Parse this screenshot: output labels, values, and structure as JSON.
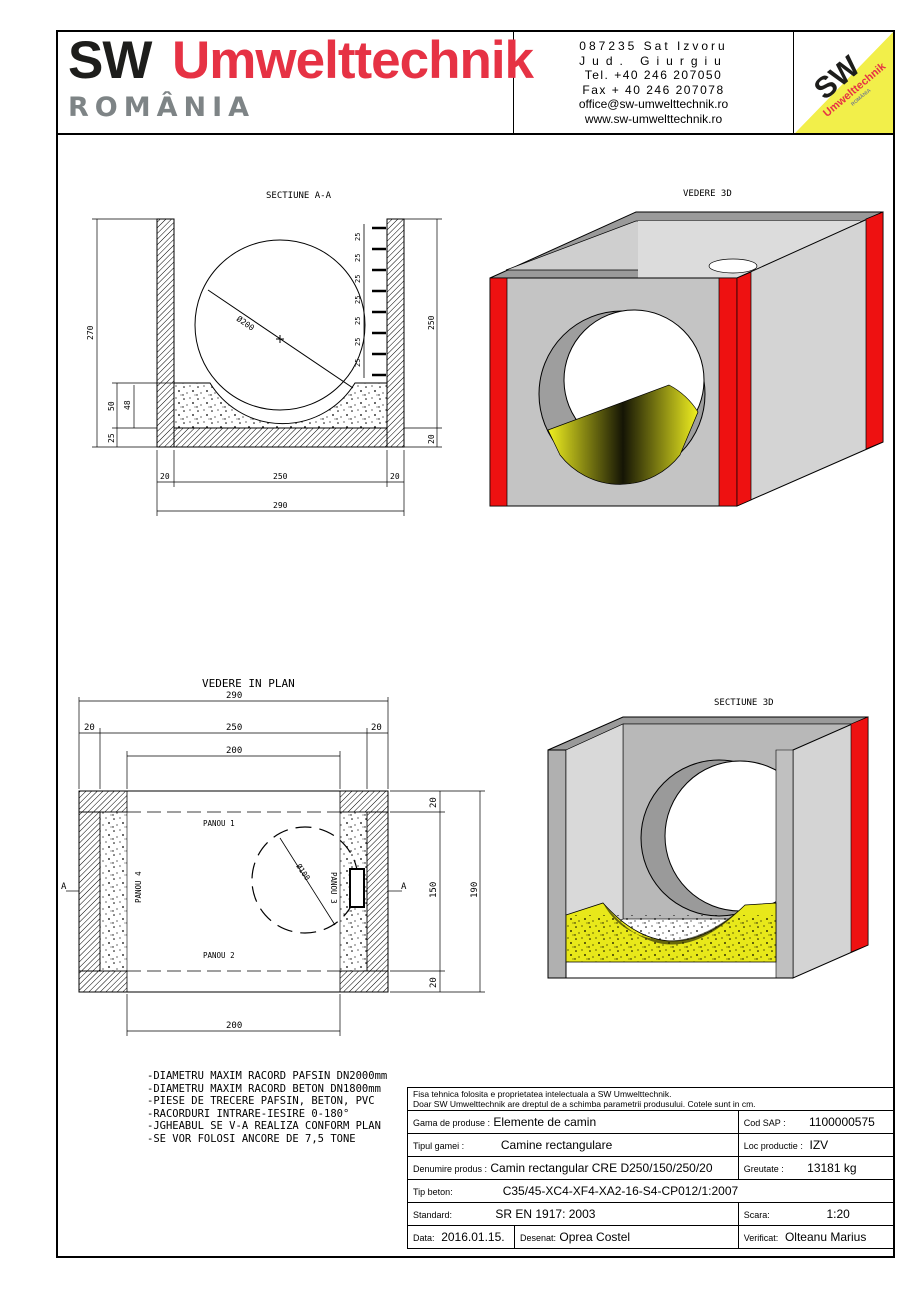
{
  "header": {
    "brand_sw": "SW",
    "brand_umwelt": "Umwelttechnik",
    "brand_country": "ROMÂNIA",
    "contact": {
      "line1": "087235 Sat Izvoru",
      "line2": "Jud. Giurgiu",
      "line3": "Tel. +40 246 207050",
      "line4": "Fax + 40 246 207078",
      "email": "office@sw-umwelttechnik.ro",
      "web": "www.sw-umwelttechnik.ro"
    },
    "badge": {
      "sw": "SW",
      "word": "Umwelttechnik",
      "country": "ROMÂNIA"
    }
  },
  "drawings": {
    "section_aa": {
      "title": "SECTIUNE A-A",
      "dims": {
        "h270": "270",
        "h50": "50",
        "h48": "48",
        "h25b": "25",
        "h250": "250",
        "h20": "20",
        "w20l": "20",
        "w250": "250",
        "w20r": "20",
        "w290": "290",
        "d200": "Ø200",
        "step": "25"
      }
    },
    "view_3d": {
      "title": "VEDERE   3D"
    },
    "plan": {
      "title": "VEDERE IN PLAN",
      "dims": {
        "w290": "290",
        "w20l": "20",
        "w250": "250",
        "w20r": "20",
        "w200t": "200",
        "w200b": "200",
        "h20t": "20",
        "h150": "150",
        "h20b": "20",
        "h190": "190",
        "d100": "Ø100"
      },
      "labels": {
        "panou1": "PANOU 1",
        "panou2": "PANOU 2",
        "panou3": "PANOU 3",
        "panou4": "PANOU 4",
        "a_left": "A",
        "a_right": "A"
      }
    },
    "section_3d": {
      "title": "SECTIUNE 3D"
    }
  },
  "notes": [
    "-DIAMETRU MAXIM RACORD PAFSIN DN2000mm",
    "-DIAMETRU MAXIM RACORD BETON DN1800mm",
    "-PIESE DE TRECERE PAFSIN, BETON, PVC",
    "-RACORDURI INTRARE-IESIRE 0-180°",
    "-JGHEABUL SE V-A REALIZA CONFORM PLAN",
    "-SE VOR FOLOSI ANCORE DE 7,5 TONE"
  ],
  "title_block": {
    "disclaimer1": "Fisa tehnica folosita e proprietatea intelectuala a SW Umwelttechnik.",
    "disclaimer2": "Doar SW Umwelttechnik are dreptul de a schimba parametrii produsului. Cotele sunt in cm.",
    "gama_label": "Gama de produse :",
    "gama_value": "Elemente de camin",
    "cod_label": "Cod SAP :",
    "cod_value": "1100000575",
    "tip_label": "Tipul gamei :",
    "tip_value": "Camine rectangulare",
    "loc_label": "Loc productie :",
    "loc_value": "IZV",
    "den_label": "Denumire produs :",
    "den_value": "Camin rectangular CRE D250/150/250/20",
    "greutate_label": "Greutate :",
    "greutate_value": "13181 kg",
    "beton_label": "Tip beton:",
    "beton_value": "C35/45-XC4-XF4-XA2-16-S4-CP012/1:2007",
    "standard_label": "Standard:",
    "standard_value": "SR EN 1917: 2003",
    "scara_label": "Scara:",
    "scara_value": "1:20",
    "data_label": "Data:",
    "data_value": "2016.01.15.",
    "desenat_label": "Desenat:",
    "desenat_value": "Oprea Costel",
    "verificat_label": "Verificat:",
    "verificat_value": "Olteanu Marius"
  },
  "colors": {
    "brand_red": "#e63244",
    "brand_dark": "#1d1d1b",
    "brand_grey": "#7e8486",
    "badge_yellow": "#f2ef4a",
    "panel_red": "#ee1111",
    "concrete_grey": "#cfcfcf",
    "channel_yellow": "#e8e81a"
  }
}
